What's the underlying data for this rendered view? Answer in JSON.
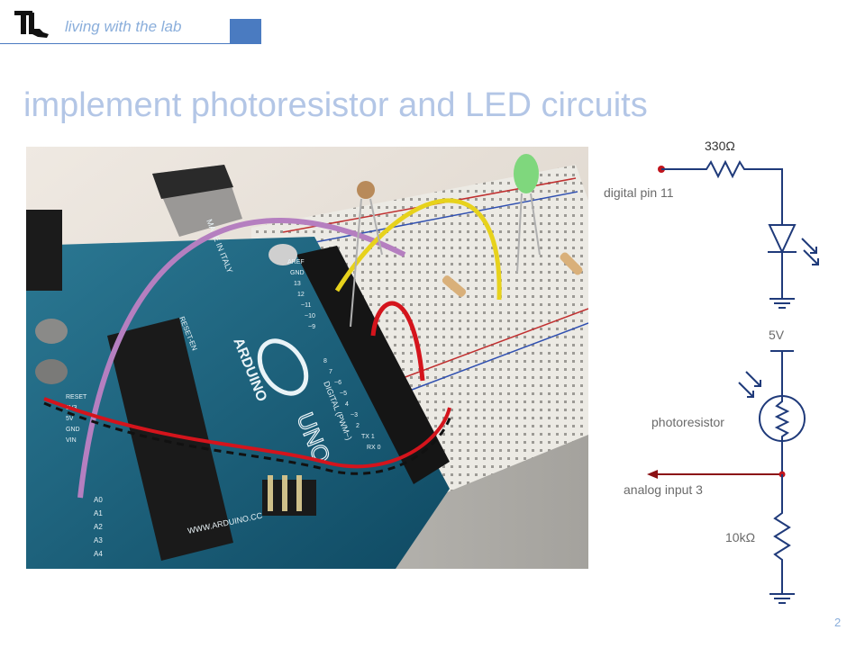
{
  "header": {
    "tagline": "living with the lab",
    "logo_text": "LT",
    "accent_color": "#4a7bc1"
  },
  "slide": {
    "title": "implement photoresistor and LED circuits",
    "page_number": "2"
  },
  "photo": {
    "board_brand": "ARDUINO",
    "board_model": "UNO",
    "made_in": "MADE IN ITALY",
    "website": "WWW.ARDUINO.CC",
    "digital_label": "DIGITAL (PWM~)",
    "aref_label": "AREF",
    "gnd_label": "GND",
    "pin_labels": [
      "13",
      "12",
      "~11",
      "~10",
      "~9",
      "8",
      "7",
      "~6",
      "~5",
      "4",
      "~3",
      "2",
      "TX 1",
      "RX 0"
    ],
    "analog_pins": [
      "A0",
      "A1",
      "A2",
      "A3",
      "A4"
    ],
    "power_labels": [
      "RESET",
      "3V3",
      "5V",
      "GND",
      "VIN"
    ],
    "reset_label": "RESET-EN"
  },
  "schematic": {
    "led_resistor_label": "330Ω",
    "digital_pin_label": "digital pin 11",
    "supply_label": "5V",
    "photoresistor_label": "photoresistor",
    "analog_input_label": "analog input 3",
    "pulldown_resistor_label": "10kΩ",
    "wire_color": "#1f3a7a",
    "node_color": "#c0141c"
  }
}
